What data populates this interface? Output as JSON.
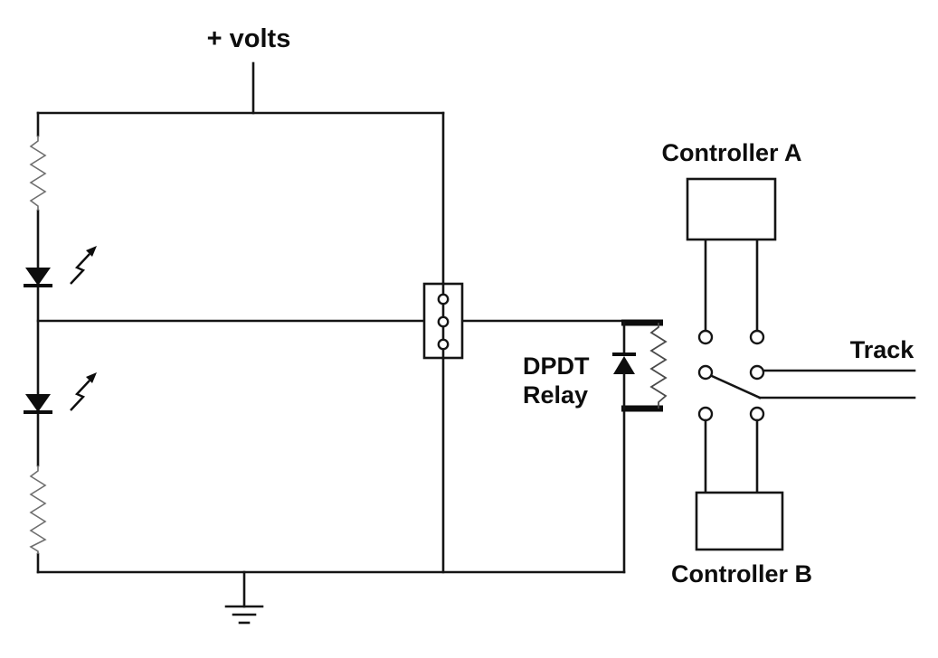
{
  "diagram": {
    "type": "circuit-schematic",
    "description": "Model railroad block-occupancy detector driving a DPDT relay that switches track power between two controllers",
    "colors": {
      "ink": "#0d0d0d",
      "background": "#ffffff",
      "resistor_stroke": "#6f6f6f"
    },
    "labels": {
      "supply": "+ volts",
      "relay_line1": "DPDT",
      "relay_line2": "Relay",
      "controller_a": "Controller A",
      "controller_b": "Controller B",
      "track": "Track"
    },
    "components": [
      {
        "name": "resistor-upper",
        "type": "resistor"
      },
      {
        "name": "led-upper",
        "type": "led-photodiode"
      },
      {
        "name": "resistor-lower",
        "type": "resistor"
      },
      {
        "name": "led-lower",
        "type": "led-photodiode"
      },
      {
        "name": "terminal-block",
        "type": "3-pin-connector"
      },
      {
        "name": "flyback-diode",
        "type": "diode"
      },
      {
        "name": "relay-coil",
        "type": "coil"
      },
      {
        "name": "dpdt-contacts",
        "type": "relay-contact-set"
      },
      {
        "name": "controller-a-box",
        "type": "controller"
      },
      {
        "name": "controller-b-box",
        "type": "controller"
      },
      {
        "name": "ground",
        "type": "ground-symbol"
      }
    ]
  }
}
